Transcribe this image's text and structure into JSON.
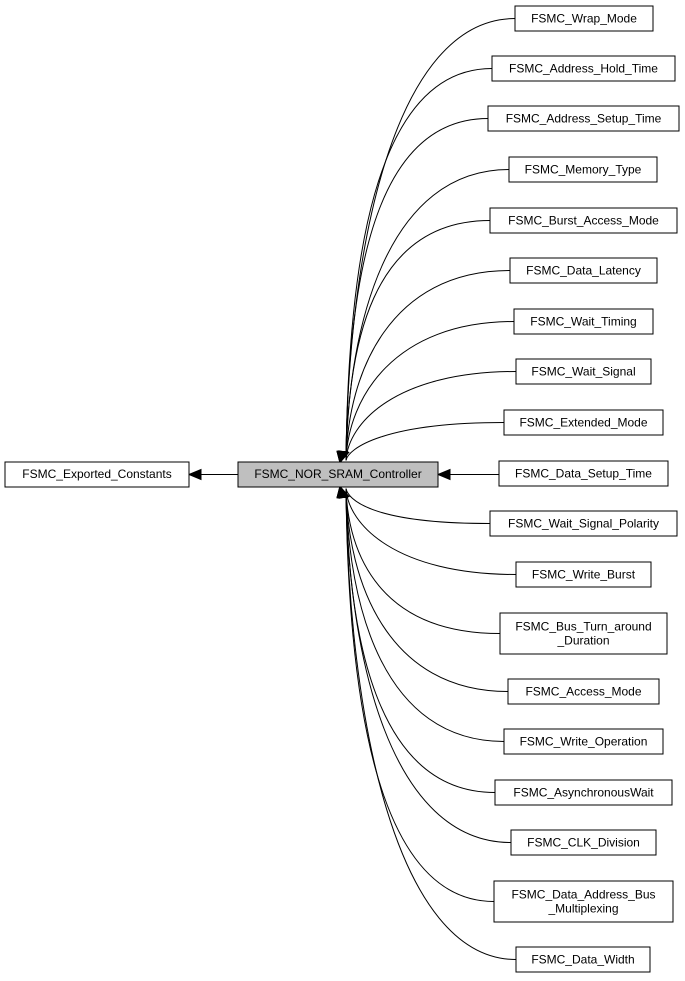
{
  "diagram": {
    "center": {
      "label": "FSMC_NOR_SRAM_Controller"
    },
    "parent": {
      "label": "FSMC_Exported_Constants"
    },
    "children": [
      {
        "lines": [
          "FSMC_Wrap_Mode"
        ]
      },
      {
        "lines": [
          "FSMC_Address_Hold_Time"
        ]
      },
      {
        "lines": [
          "FSMC_Address_Setup_Time"
        ]
      },
      {
        "lines": [
          "FSMC_Memory_Type"
        ]
      },
      {
        "lines": [
          "FSMC_Burst_Access_Mode"
        ]
      },
      {
        "lines": [
          "FSMC_Data_Latency"
        ]
      },
      {
        "lines": [
          "FSMC_Wait_Timing"
        ]
      },
      {
        "lines": [
          "FSMC_Wait_Signal"
        ]
      },
      {
        "lines": [
          "FSMC_Extended_Mode"
        ]
      },
      {
        "lines": [
          "FSMC_Data_Setup_Time"
        ]
      },
      {
        "lines": [
          "FSMC_Wait_Signal_Polarity"
        ]
      },
      {
        "lines": [
          "FSMC_Write_Burst"
        ]
      },
      {
        "lines": [
          "FSMC_Bus_Turn_around",
          "_Duration"
        ]
      },
      {
        "lines": [
          "FSMC_Access_Mode"
        ]
      },
      {
        "lines": [
          "FSMC_Write_Operation"
        ]
      },
      {
        "lines": [
          "FSMC_AsynchronousWait"
        ]
      },
      {
        "lines": [
          "FSMC_CLK_Division"
        ]
      },
      {
        "lines": [
          "FSMC_Data_Address_Bus",
          "_Multiplexing"
        ]
      },
      {
        "lines": [
          "FSMC_Data_Width"
        ]
      }
    ]
  }
}
